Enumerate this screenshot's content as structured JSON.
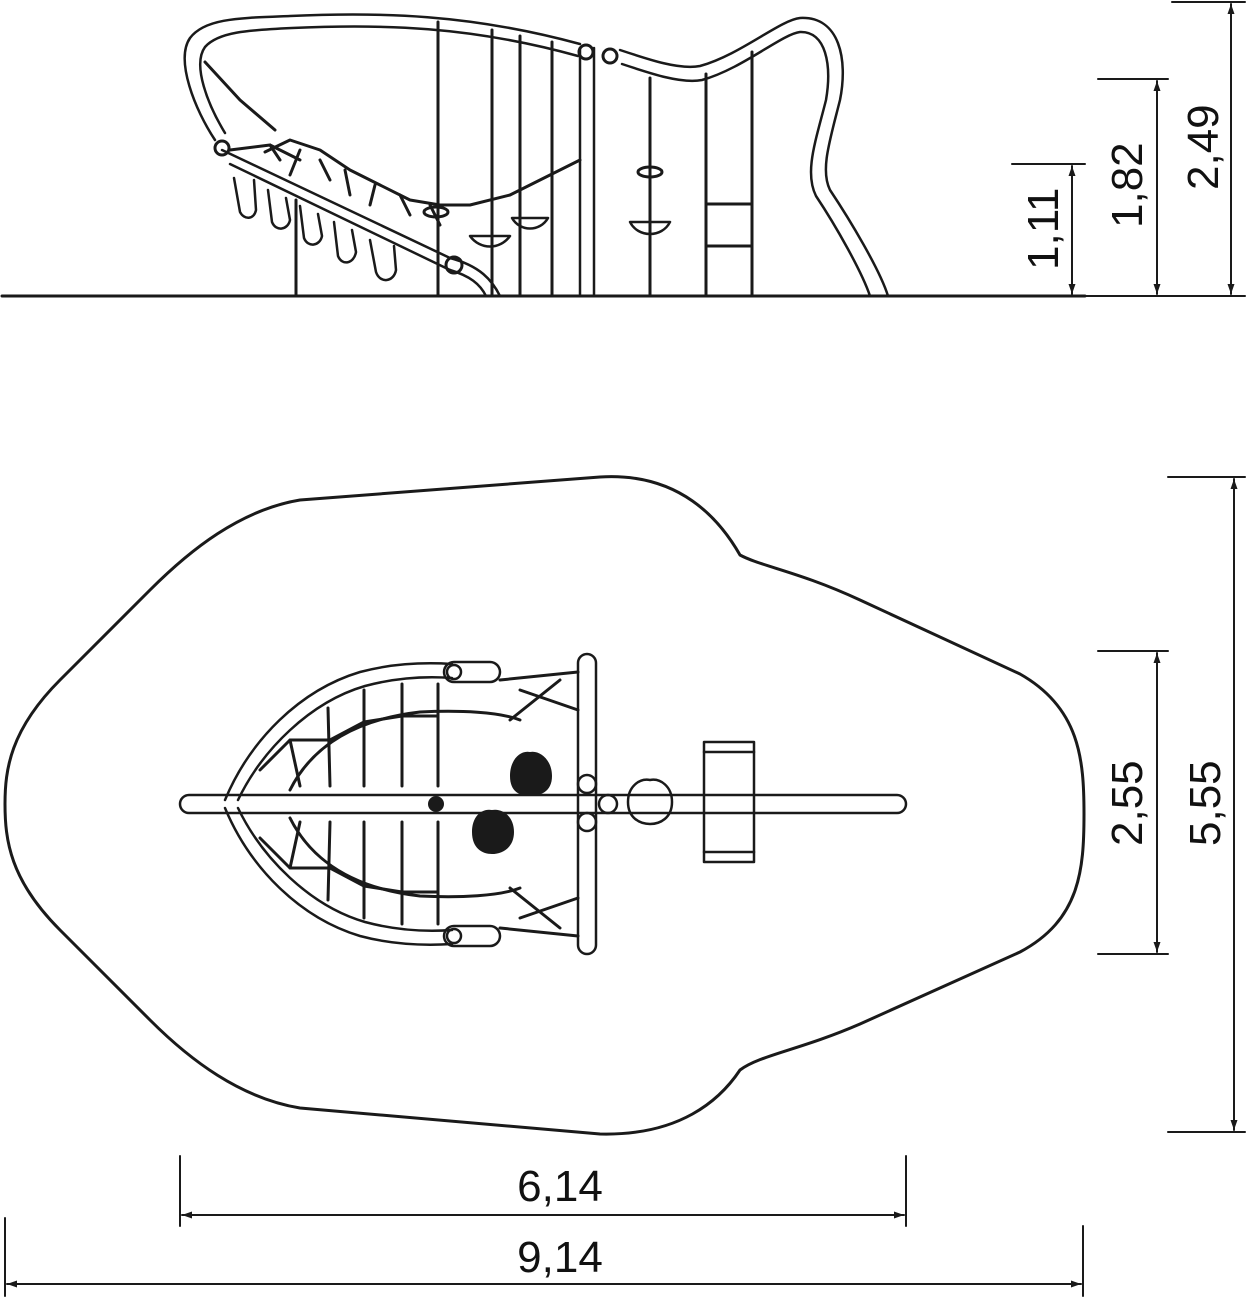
{
  "drawing": {
    "side_view": {
      "heights": [
        "1,11",
        "1,82",
        "2,49"
      ]
    },
    "top_view": {
      "depths": [
        "2,55",
        "5,55"
      ],
      "widths": [
        "6,14",
        "9,14"
      ]
    }
  }
}
